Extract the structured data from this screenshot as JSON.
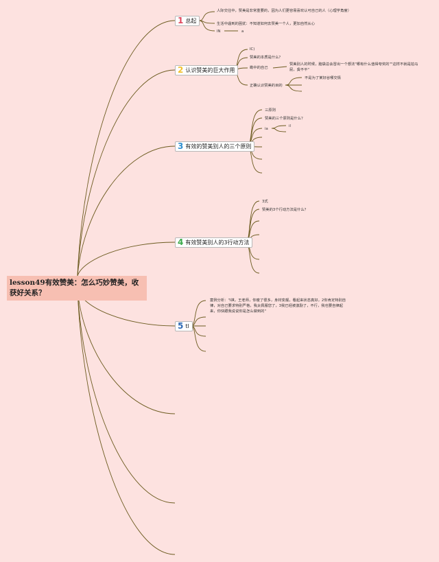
{
  "root": {
    "title": "lesson49有效赞美：怎么巧妙赞美，收获好关系？"
  },
  "branches": [
    {
      "number": "1",
      "label": "总起",
      "number_color": "#e0455b"
    },
    {
      "number": "2",
      "label": "认识赞美的巨大作用",
      "number_color": "#f2c12e"
    },
    {
      "number": "3",
      "label": "有效的赞美别人的三个原则",
      "number_color": "#2f8fd0"
    },
    {
      "number": "4",
      "label": "有效赞美别人的3行动方法",
      "number_color": "#3aa94a"
    },
    {
      "number": "5",
      "label": "tl",
      "number_color": "#2f6ab5"
    }
  ],
  "notes": {
    "b1": [
      "人际交往中，赞美是非常重要的，因为人们更容易喜欢认可自己的人（心理学角度）",
      "生活中遇到的困扰：不知道如何去赞美一个人，更加自然从心",
      "IN",
      "a"
    ],
    "b2": [
      "IC)",
      "赞美的本质是什么？",
      "勘中的自己",
      "赞美别人的时候，脑袋总会冒出一个想法\"哪有什么值得夸奖的\"\"这样不就是拍马屁，夤不平\"",
      "正确认识赞美的目的",
      "不是为了某好谷哪交情"
    ],
    "b3": [
      "三原则",
      "赞美的三个原则是什么？",
      "ia",
      "il"
    ],
    "b4": [
      "3式",
      "赞美的3个行动方法是什么？"
    ],
    "b5": [
      "案例分析：\"I祺，王老师，你瘦了很多，身材变靓，看起来状态真好，2你肯定特别自律，对自己要求特别严格，我太佩服您了，3我已经被激励了，不行，我也要自律起来，你快跟我说说你是怎么做到的\""
    ]
  },
  "colors": {
    "background": "#fde2e0",
    "root_fill": "#f7bfb2",
    "connector": "#6b5a1e"
  }
}
